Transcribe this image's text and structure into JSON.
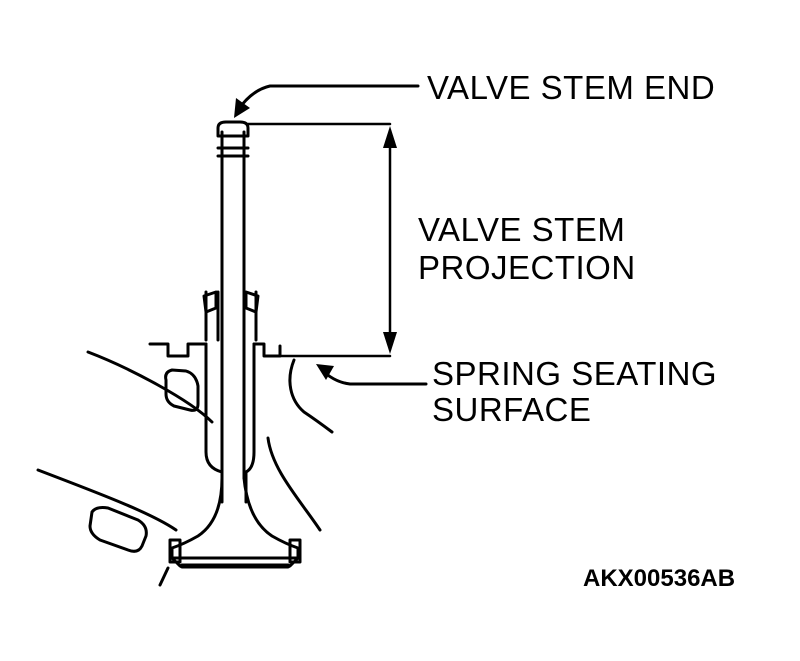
{
  "labels": {
    "valve_stem_end": "VALVE STEM END",
    "projection_line1": "VALVE STEM",
    "projection_line2": "PROJECTION",
    "spring_line1": "SPRING SEATING",
    "spring_line2": "SURFACE"
  },
  "figure_code": "AKX00536AB",
  "colors": {
    "ink": "#000000",
    "paper": "#ffffff"
  }
}
